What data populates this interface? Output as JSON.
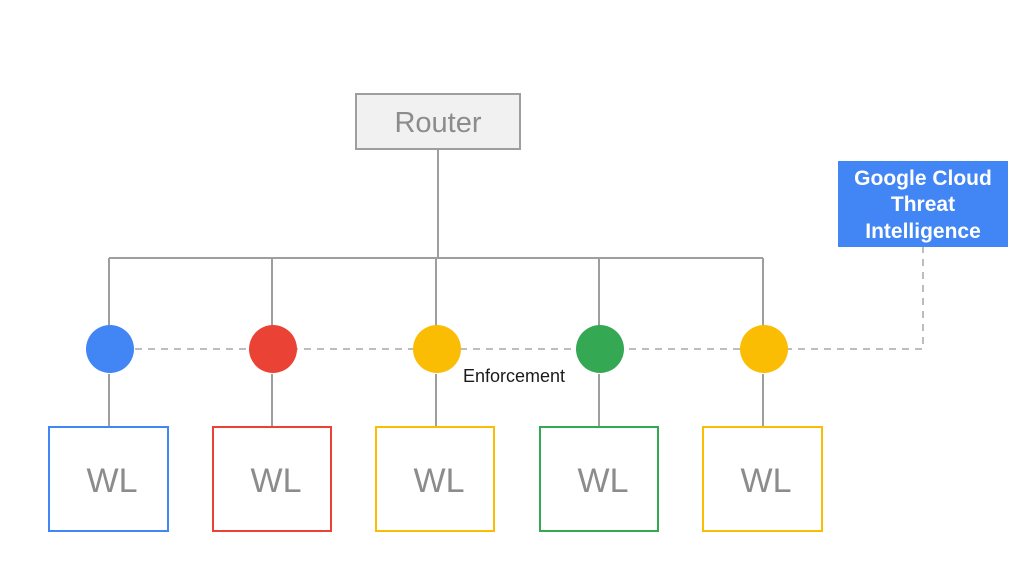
{
  "router": {
    "label": "Router"
  },
  "enforcement": {
    "label": "Enforcement"
  },
  "threat_intel": {
    "lines": [
      "Google Cloud",
      "Threat",
      "Intelligence"
    ],
    "color": "#4285f4"
  },
  "workloads": [
    {
      "label": "WL",
      "color": "#4285f4"
    },
    {
      "label": "WL",
      "color": "#ea4335"
    },
    {
      "label": "WL",
      "color": "#fbbc04"
    },
    {
      "label": "WL",
      "color": "#34a853"
    },
    {
      "label": "WL",
      "color": "#fbbc04"
    }
  ],
  "colors": {
    "line": "#9e9e9e",
    "router_border": "#9e9e9e",
    "router_fill": "#f1f1f1",
    "dashed": "#bdbdbd"
  }
}
